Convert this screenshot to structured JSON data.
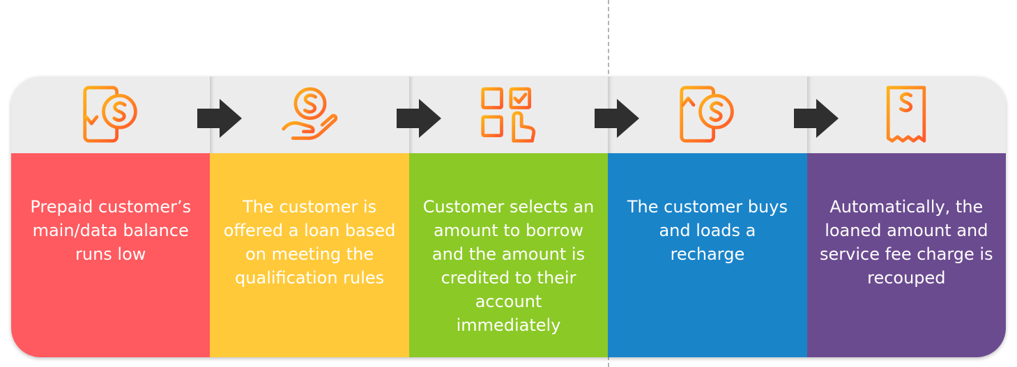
{
  "steps": [
    {
      "icon": "balance-down-icon",
      "color": "#ff5a5f",
      "text": "Prepaid customer’s main/data balance runs low"
    },
    {
      "icon": "hand-coin-icon",
      "color": "#ffc93a",
      "text": "The customer is offered a loan based on meeting the qualification rules"
    },
    {
      "icon": "select-grid-icon",
      "color": "#8bc926",
      "text": "Customer selects an amount to borrow and the amount is credited to their account immediately"
    },
    {
      "icon": "balance-up-icon",
      "color": "#1a84c9",
      "text": "The customer buys and loads a recharge"
    },
    {
      "icon": "receipt-icon",
      "color": "#6b4b8f",
      "text": "Automatically, the loaned amount and service fee charge is recouped"
    }
  ],
  "icon_gradient": {
    "from": "#ffb21a",
    "to": "#ff5a2a"
  },
  "arrow_color": "#2f2f2f"
}
